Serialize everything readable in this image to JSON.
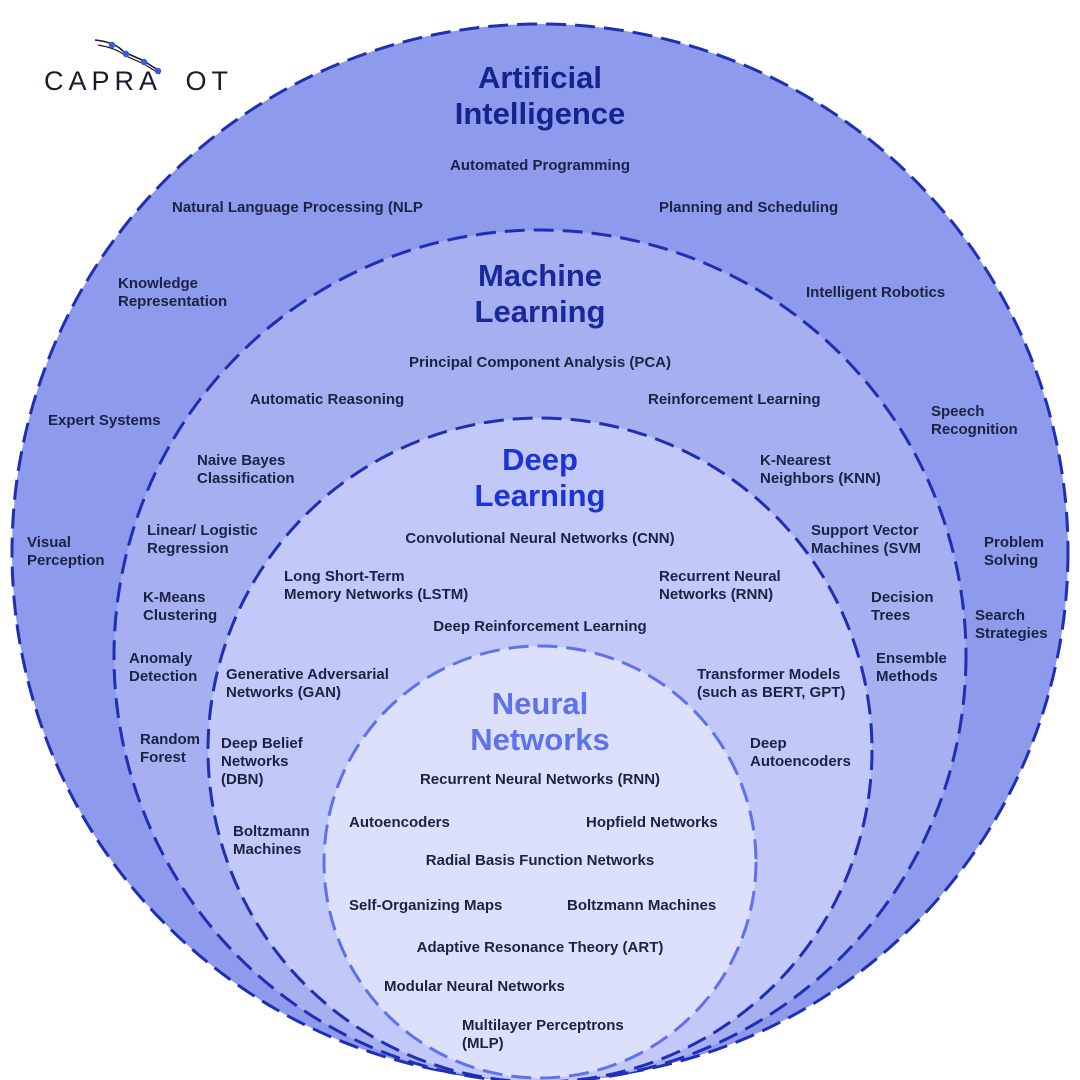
{
  "colors": {
    "ai_fill": "#8e9aeb",
    "ml_fill": "#a6aff0",
    "dl_fill": "#c2c8f7",
    "nn_fill": "#dde0fb",
    "ai_title": "#14248f",
    "ml_title": "#17299b",
    "dl_title": "#1c33d6",
    "nn_title": "#5d72ec",
    "border": "#1f2fb3",
    "nn_border": "#5d72ec",
    "text": "#1c2244"
  },
  "logo": {
    "text": "CAPRA  OT",
    "icon": "robotic-arm-icon"
  },
  "ai": {
    "title": "Artificial\nIntelligence",
    "items": [
      "Automated Programming",
      "Natural Language Processing (NLP",
      "Planning and Scheduling",
      "Knowledge\nRepresentation",
      "Intelligent Robotics",
      "Expert Systems",
      "Speech\nRecognition",
      "Visual\nPerception",
      "Problem\nSolving",
      "Search\nStrategies"
    ]
  },
  "ml": {
    "title": "Machine\nLearning",
    "items": [
      "Principal Component Analysis (PCA)",
      "Automatic Reasoning",
      "Reinforcement Learning",
      "Naive Bayes\nClassification",
      "K-Nearest\nNeighbors (KNN)",
      "Linear/ Logistic\nRegression",
      "Support Vector\nMachines (SVM",
      "K-Means\nClustering",
      "Decision\nTrees",
      "Anomaly\nDetection",
      "Ensemble\nMethods",
      "Random\nForest"
    ]
  },
  "dl": {
    "title": "Deep\nLearning",
    "items": [
      "Convolutional Neural Networks (CNN)",
      "Long Short-Term\nMemory Networks (LSTM)",
      "Recurrent Neural\nNetworks (RNN)",
      "Deep Reinforcement Learning",
      "Generative Adversarial\nNetworks (GAN)",
      "Transformer Models\n(such as BERT, GPT)",
      "Deep Belief\nNetworks\n(DBN)",
      "Deep\nAutoencoders",
      "Boltzmann\nMachines"
    ]
  },
  "nn": {
    "title": "Neural\nNetworks",
    "items": [
      "Recurrent Neural Networks (RNN)",
      "Autoencoders",
      "Hopfield Networks",
      "Radial Basis Function Networks",
      "Self-Organizing Maps",
      "Boltzmann Machines",
      "Adaptive Resonance Theory (ART)",
      "Modular Neural Networks",
      "Multilayer Perceptrons\n(MLP)"
    ]
  }
}
